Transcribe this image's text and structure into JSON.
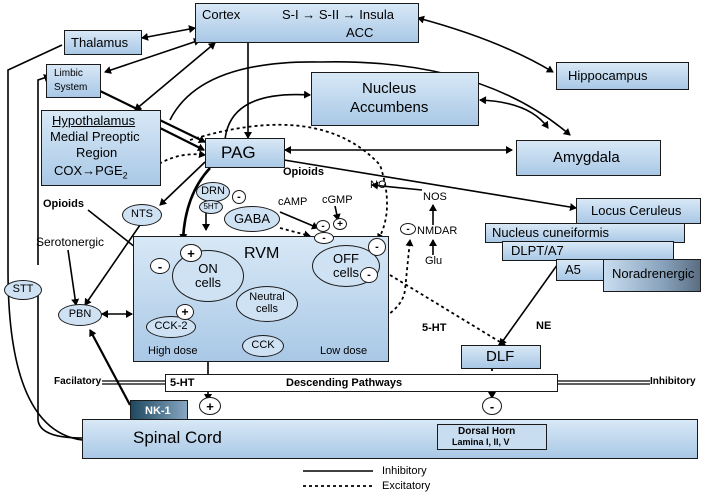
{
  "nodes": {
    "cortex": "Cortex",
    "cortex_path": "S-I → S-II → Insula",
    "acc": "ACC",
    "thalamus": "Thalamus",
    "limbic": [
      "Limbic",
      "System"
    ],
    "hippocampus": "Hippocampus",
    "nucleus_accumbens": [
      "Nucleus",
      "Accumbens"
    ],
    "hypothalamus": "Hypothalamus",
    "mpo": [
      "Medial Preoptic",
      "Region"
    ],
    "cox_pge2": "COX→PGE",
    "cox_sub": "2",
    "pag": "PAG",
    "amygdala": "Amygdala",
    "locus_ceruleus": "Locus Ceruleus",
    "nucleus_cuneiformis": "Nucleus cuneiformis",
    "dlpt": "DLPT/A7",
    "a5": "A5",
    "noradrenergic": "Noradrenergic",
    "rvm": "RVM",
    "on_cells": [
      "ON",
      "cells"
    ],
    "off_cells": [
      "OFF",
      "cells"
    ],
    "neutral_cells": [
      "Neutral",
      "cells"
    ],
    "cck2": "CCK-2",
    "cck": "CCK",
    "high_dose": "High dose",
    "low_dose": "Low dose",
    "dlf": "DLF",
    "descending": "Descending Pathways",
    "spinal_cord": "Spinal Cord",
    "dorsal_horn": [
      "Dorsal Horn",
      "Lamina I, II, V"
    ],
    "nk1": "NK-1",
    "nts": "NTS",
    "pbn": "PBN",
    "stt": "STT",
    "drn": "DRN",
    "fiveht_small": "5HT",
    "gaba": "GABA"
  },
  "labels": {
    "opioids_left": "Opioids",
    "opioids_top": "Opioids",
    "serotonergic": "Serotonergic",
    "camp": "cAMP",
    "cgmp": "cGMP",
    "no": "NO",
    "nos": "NOS",
    "nmdar": "NMDAR",
    "glu": "Glu",
    "fiveht_mid": "5-HT",
    "ne": "NE",
    "fiveht_low": "5-HT",
    "facilatory": "Facilatory",
    "inhibitory": "Inhibitory"
  },
  "signs": {
    "plus": "+",
    "minus": "-"
  },
  "legend": {
    "inhibitory": "Inhibitory",
    "excitatory": "Excitatory"
  }
}
